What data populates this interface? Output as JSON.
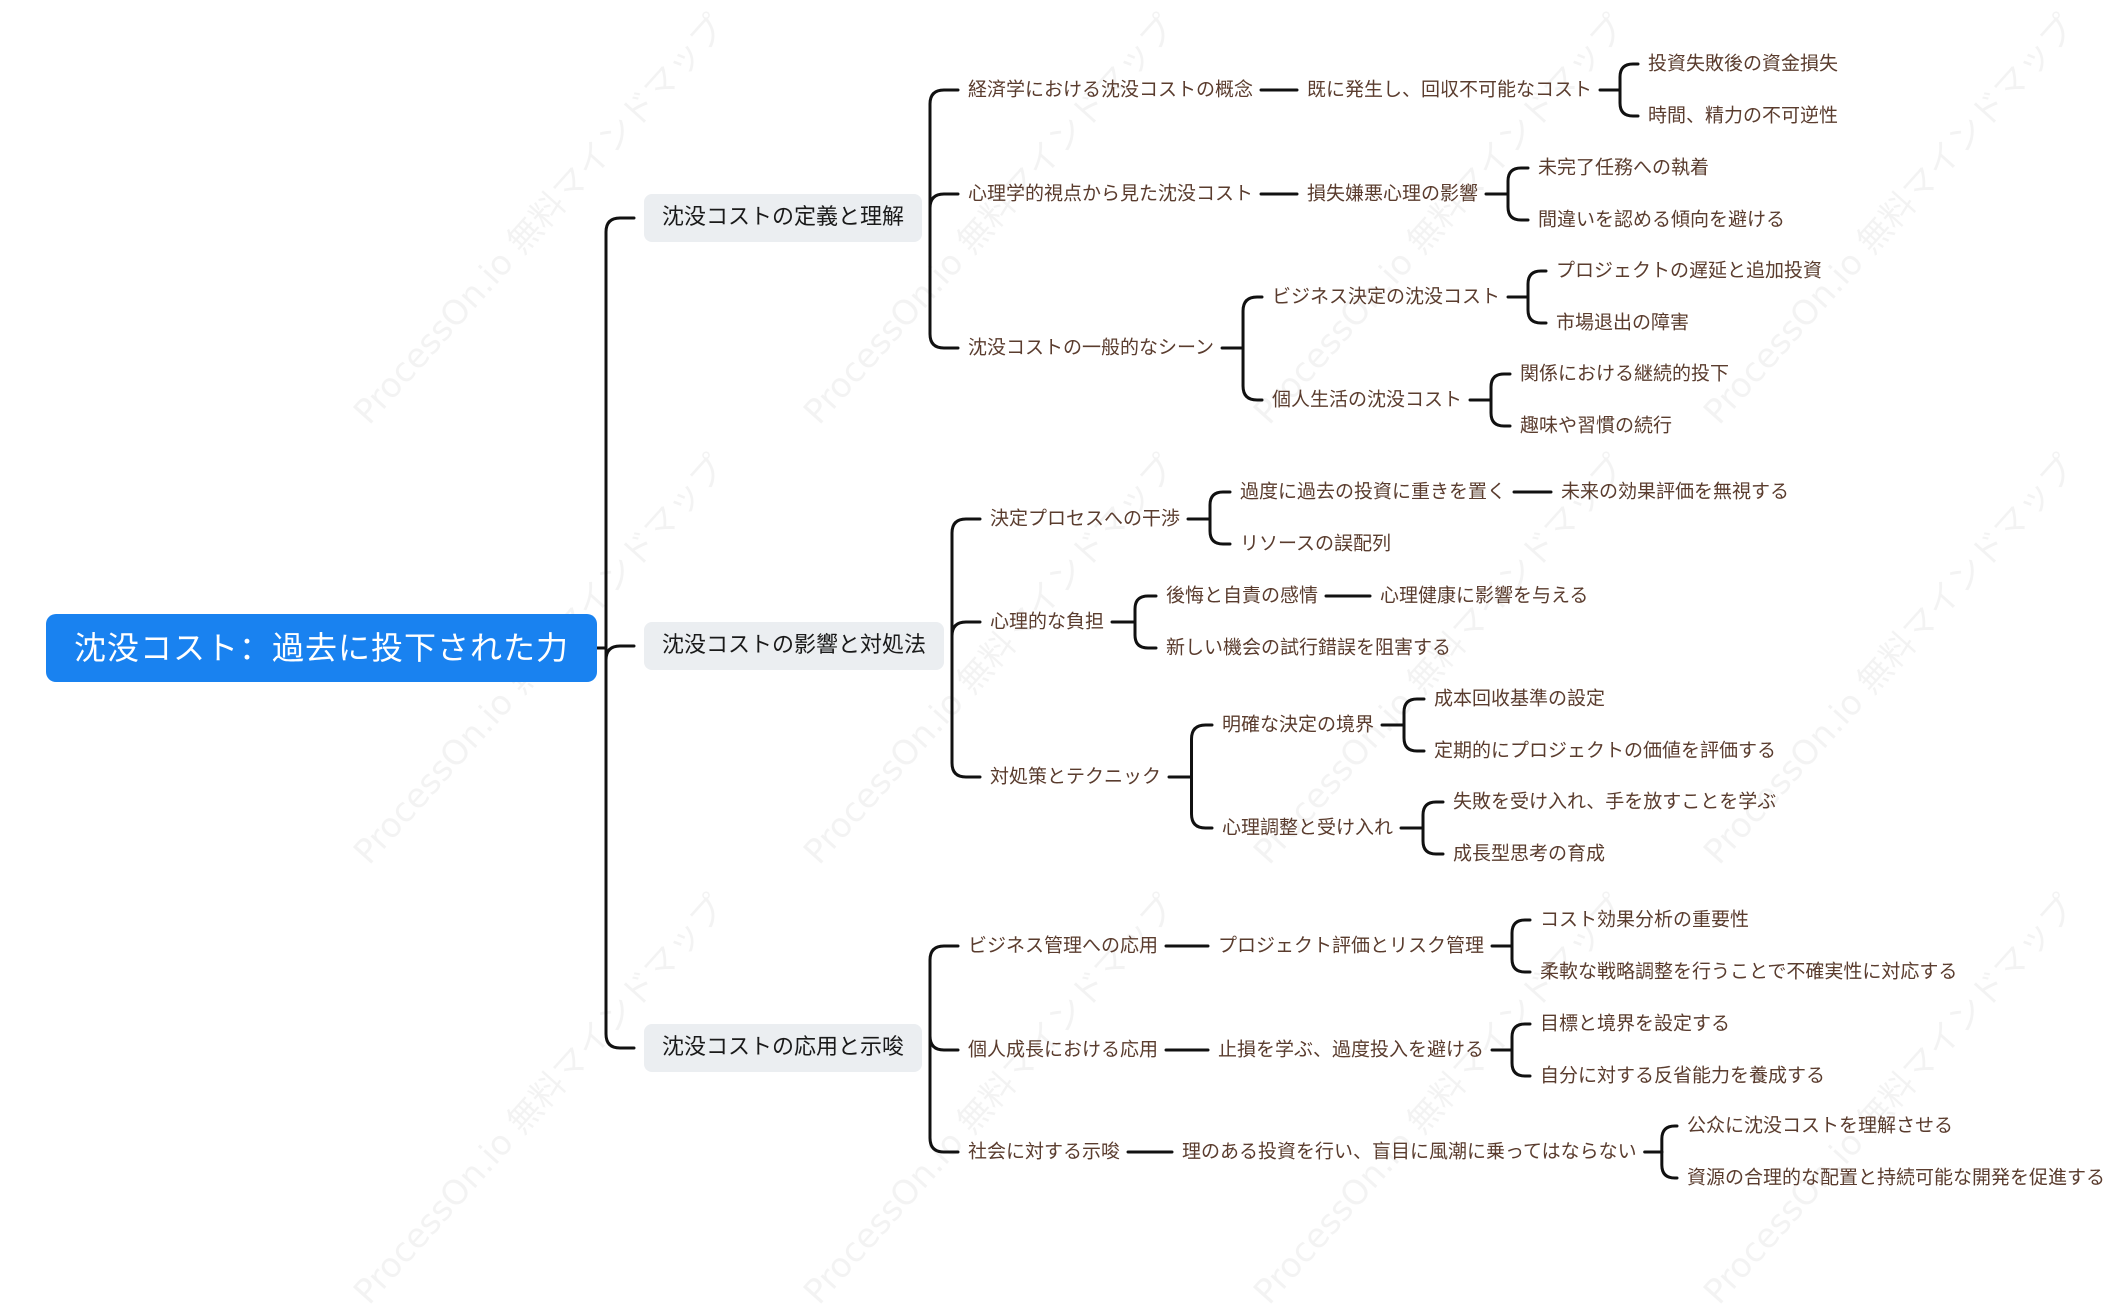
{
  "watermark_text": "ProcessOn.io 無料マインドマップ",
  "root": {
    "label": "沈没コスト：過去に投下された力",
    "children": [
      {
        "label": "沈没コストの定義と理解",
        "children": [
          {
            "label": "経済学における沈没コストの概念",
            "children": [
              {
                "label": "既に発生し、回収不可能なコスト",
                "children": [
                  {
                    "label": "投資失敗後の資金損失"
                  },
                  {
                    "label": "時間、精力の不可逆性"
                  }
                ]
              }
            ]
          },
          {
            "label": "心理学的視点から見た沈没コスト",
            "children": [
              {
                "label": "損失嫌悪心理の影響",
                "children": [
                  {
                    "label": "未完了任務への執着"
                  },
                  {
                    "label": "間違いを認める傾向を避ける"
                  }
                ]
              }
            ]
          },
          {
            "label": "沈没コストの一般的なシーン",
            "children": [
              {
                "label": "ビジネス決定の沈没コスト",
                "children": [
                  {
                    "label": "プロジェクトの遅延と追加投資"
                  },
                  {
                    "label": "市場退出の障害"
                  }
                ]
              },
              {
                "label": "個人生活の沈没コスト",
                "children": [
                  {
                    "label": "関係における継続的投下"
                  },
                  {
                    "label": "趣味や習慣の続行"
                  }
                ]
              }
            ]
          }
        ]
      },
      {
        "label": "沈没コストの影響と対処法",
        "children": [
          {
            "label": "決定プロセスへの干渉",
            "children": [
              {
                "label": "過度に過去の投資に重きを置く",
                "children": [
                  {
                    "label": "未来の効果評価を無視する"
                  }
                ]
              },
              {
                "label": "リソースの誤配列"
              }
            ]
          },
          {
            "label": "心理的な負担",
            "children": [
              {
                "label": "後悔と自責の感情",
                "children": [
                  {
                    "label": "心理健康に影響を与える"
                  }
                ]
              },
              {
                "label": "新しい機会の試行錯誤を阻害する"
              }
            ]
          },
          {
            "label": "対処策とテクニック",
            "children": [
              {
                "label": "明確な決定の境界",
                "children": [
                  {
                    "label": "成本回收基準の設定"
                  },
                  {
                    "label": "定期的にプロジェクトの価値を評価する"
                  }
                ]
              },
              {
                "label": "心理調整と受け入れ",
                "children": [
                  {
                    "label": "失敗を受け入れ、手を放すことを学ぶ"
                  },
                  {
                    "label": "成長型思考の育成"
                  }
                ]
              }
            ]
          }
        ]
      },
      {
        "label": "沈没コストの応用と示唆",
        "children": [
          {
            "label": "ビジネス管理への応用",
            "children": [
              {
                "label": "プロジェクト評価とリスク管理",
                "children": [
                  {
                    "label": "コスト効果分析の重要性"
                  },
                  {
                    "label": "柔軟な戦略調整を行うことで不確実性に対応する"
                  }
                ]
              }
            ]
          },
          {
            "label": "個人成長における応用",
            "children": [
              {
                "label": "止損を学ぶ、過度投入を避ける",
                "children": [
                  {
                    "label": "目標と境界を設定する"
                  },
                  {
                    "label": "自分に対する反省能力を養成する"
                  }
                ]
              }
            ]
          },
          {
            "label": "社会に対する示唆",
            "children": [
              {
                "label": "理のある投資を行い、盲目に風潮に乗ってはならない",
                "children": [
                  {
                    "label": "公众に沈没コストを理解させる"
                  },
                  {
                    "label": "資源の合理的な配置と持続可能な開発を促進する"
                  }
                ]
              }
            ]
          }
        ]
      }
    ]
  }
}
